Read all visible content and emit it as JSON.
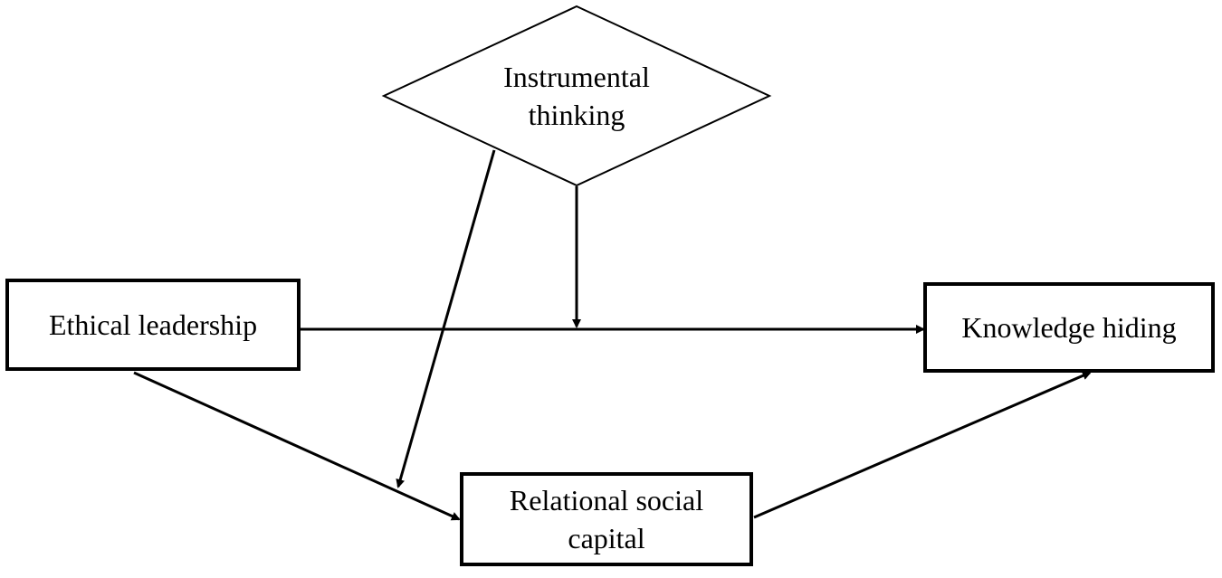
{
  "nodes": {
    "ethical_leadership": "Ethical leadership",
    "knowledge_hiding": "Knowledge hiding",
    "relational_social_capital": "Relational social\ncapital",
    "instrumental_thinking": "Instrumental\nthinking"
  },
  "colors": {
    "stroke": "#000000",
    "background": "#ffffff"
  }
}
